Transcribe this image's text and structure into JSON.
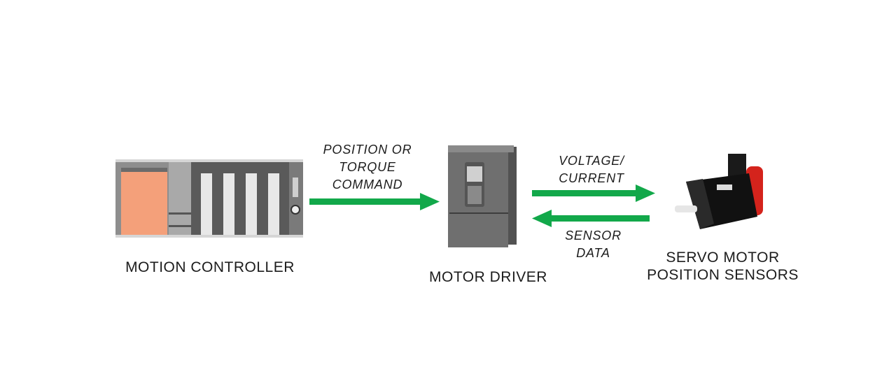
{
  "nodes": {
    "controller": {
      "label": "MOTION CONTROLLER",
      "icon": "plc-rack-icon"
    },
    "driver": {
      "label": "MOTOR DRIVER",
      "icon": "motor-driver-icon"
    },
    "motor": {
      "label_line1": "SERVO MOTOR",
      "label_line2": "POSITION SENSORS",
      "icon": "servo-motor-icon"
    }
  },
  "edges": [
    {
      "from": "controller",
      "to": "driver",
      "label_lines": [
        "POSITION OR",
        "TORQUE",
        "COMMAND"
      ]
    },
    {
      "from": "driver",
      "to": "motor",
      "label_lines": [
        "VOLTAGE/",
        "CURRENT"
      ]
    },
    {
      "from": "motor",
      "to": "driver",
      "label_lines": [
        "SENSOR",
        "DATA"
      ]
    }
  ],
  "colors": {
    "arrow": "#12a84a",
    "controller_accent": "#f4a07a",
    "motor_accent": "#d4231c"
  }
}
